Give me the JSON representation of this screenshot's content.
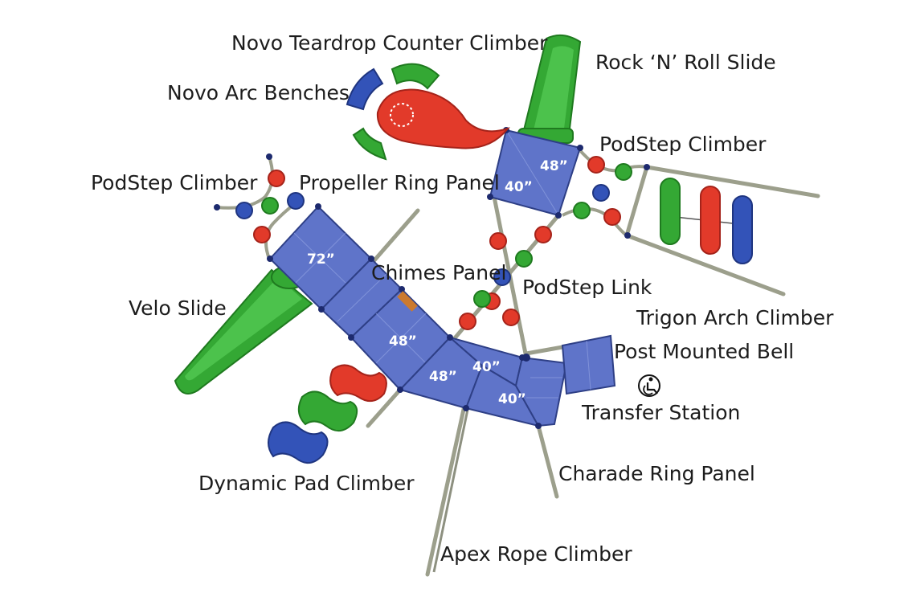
{
  "labels": {
    "novo_teardrop": "Novo Teardrop Counter Climber",
    "rock_n_roll": "Rock ‘N’ Roll Slide",
    "novo_arc": "Novo Arc Benches",
    "podstep_right": "PodStep Climber",
    "podstep_left": "PodStep Climber",
    "propeller": "Propeller Ring Panel",
    "chimes": "Chimes Panel",
    "podstep_link": "PodStep Link",
    "velo": "Velo Slide",
    "trigon": "Trigon Arch Climber",
    "bell": "Post Mounted Bell",
    "transfer": "Transfer Station",
    "charade": "Charade Ring Panel",
    "dynamic_pad": "Dynamic Pad Climber",
    "apex": "Apex Rope Climber"
  },
  "decks": {
    "d72": "72”",
    "d48a": "48”",
    "d48b": "48”",
    "d40a": "40”",
    "d40b": "40”",
    "d48top": "48”",
    "d40top": "40”"
  },
  "icons": {
    "accessibility": "wheelchair-accessible-icon"
  },
  "colors": {
    "deck": "#5f74c9",
    "slide": "#34a834",
    "red_part": "#e23a2a",
    "blue_part": "#3353b8"
  }
}
